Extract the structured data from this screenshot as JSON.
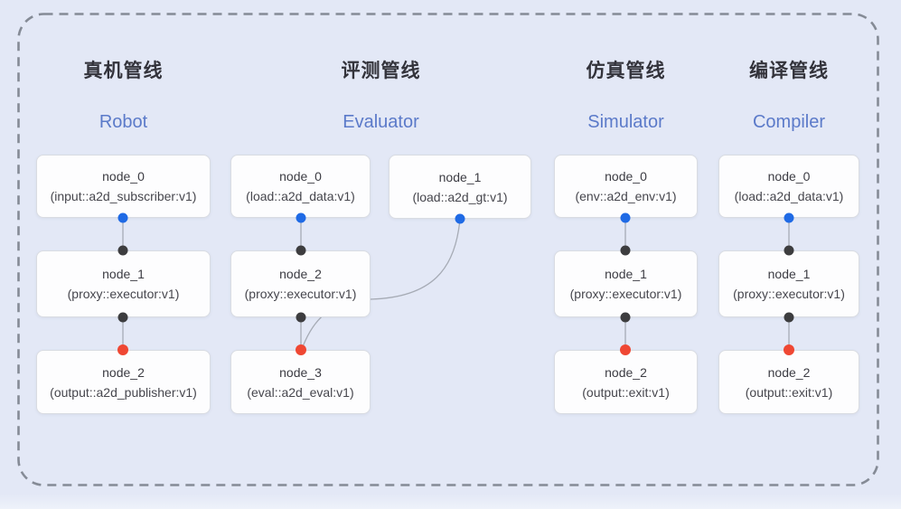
{
  "colors": {
    "background": "#e3e8f6",
    "frame_border": "#858b96",
    "edge": "#a6abb5",
    "node_bg": "#fdfdfe",
    "node_border": "#d9dce2",
    "blue_dot": "#1f6ae5",
    "dark_dot": "#3d3d3f",
    "red_dot": "#ef4733",
    "title_zh_color": "#33333b",
    "title_en_color": "#5b7ac9"
  },
  "pipelines": [
    {
      "title_zh": "真机管线",
      "title_en": "Robot",
      "nodes": [
        {
          "name": "node_0",
          "type": "(input::a2d_subscriber:v1)"
        },
        {
          "name": "node_1",
          "type": "(proxy::executor:v1)"
        },
        {
          "name": "node_2",
          "type": "(output::a2d_publisher:v1)"
        }
      ]
    },
    {
      "title_zh": "评测管线",
      "title_en": "Evaluator",
      "nodes": [
        {
          "name": "node_0",
          "type": "(load::a2d_data:v1)"
        },
        {
          "name": "node_1",
          "type": "(load::a2d_gt:v1)"
        },
        {
          "name": "node_2",
          "type": "(proxy::executor:v1)"
        },
        {
          "name": "node_3",
          "type": "(eval::a2d_eval:v1)"
        }
      ]
    },
    {
      "title_zh": "仿真管线",
      "title_en": "Simulator",
      "nodes": [
        {
          "name": "node_0",
          "type": "(env::a2d_env:v1)"
        },
        {
          "name": "node_1",
          "type": "(proxy::executor:v1)"
        },
        {
          "name": "node_2",
          "type": "(output::exit:v1)"
        }
      ]
    },
    {
      "title_zh": "编译管线",
      "title_en": "Compiler",
      "nodes": [
        {
          "name": "node_0",
          "type": "(load::a2d_data:v1)"
        },
        {
          "name": "node_1",
          "type": "(proxy::executor:v1)"
        },
        {
          "name": "node_2",
          "type": "(output::exit:v1)"
        }
      ]
    }
  ]
}
